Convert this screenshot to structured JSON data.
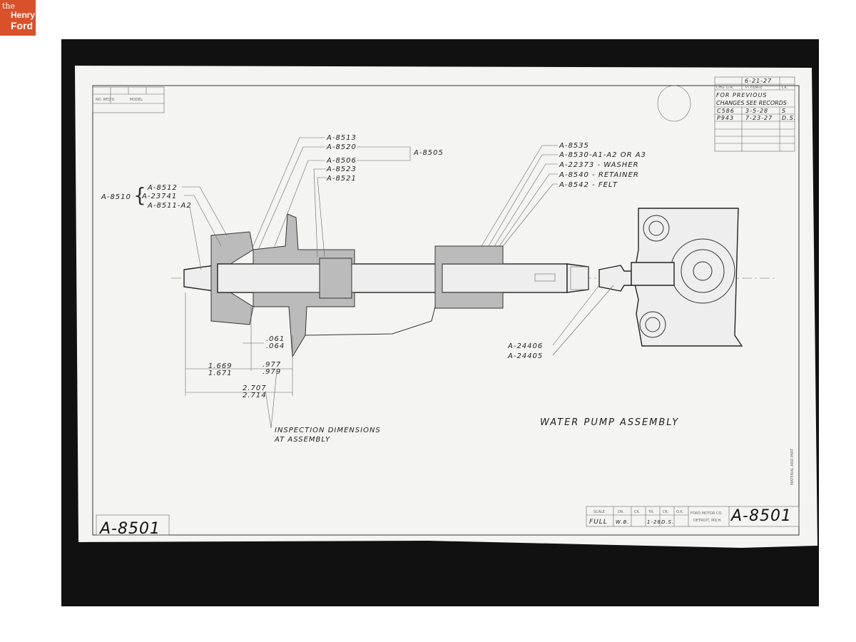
{
  "logo": {
    "line1": "the",
    "line2": "Henry",
    "line3": "Ford"
  },
  "drawing": {
    "title": "WATER PUMP ASSEMBLY",
    "number": "A-8501",
    "number_corner": "A-8501",
    "model_header": {
      "no_req": "NO. REQ'D",
      "model": "MODEL"
    },
    "revision_box": {
      "date": "6-21-27",
      "headers": [
        "CHG. LTR.",
        "PTY/DATE",
        "CK."
      ],
      "note_line1": "FOR PREVIOUS",
      "note_line2": "CHANGES SEE RECORDS",
      "rows": [
        [
          "C586",
          "3-5-28",
          "S"
        ],
        [
          "P943",
          "7-23-27",
          "D.S."
        ]
      ]
    },
    "title_block": {
      "headers": [
        "SCALE",
        "DR.",
        "CK.",
        "TR.",
        "CK.",
        "O.K."
      ],
      "values": [
        "FULL",
        "W.B.",
        "",
        "1-28",
        "D.S.",
        ""
      ],
      "company_line1": "FORD MOTOR CO.",
      "company_line2": "DETROIT, MICH."
    },
    "side_note": "MATERIAL AND PART",
    "callouts_left": {
      "group": "A-8510",
      "items": [
        "A-8512",
        "A-23741",
        "A-8511-A2"
      ]
    },
    "callouts_center": [
      "A-8513",
      "A-8520",
      "A-8506",
      "A-8523",
      "A-8521"
    ],
    "callout_assembly": "A-8505",
    "callouts_right": [
      "A-8535",
      "A-8530-A1-A2 OR A3",
      "A-22373 - WASHER",
      "A-8540 - RETAINER",
      "A-8542 - FELT"
    ],
    "callouts_lower": [
      "A-24406",
      "A-24405"
    ],
    "dimensions": {
      "d1": [
        "1.669",
        "1.671"
      ],
      "d2": [
        ".977",
        ".979"
      ],
      "d3": [
        "2.707",
        "2.714"
      ],
      "d4": [
        ".061",
        ".064"
      ]
    },
    "inspection_note": [
      "INSPECTION DIMENSIONS",
      "AT ASSEMBLY"
    ]
  }
}
